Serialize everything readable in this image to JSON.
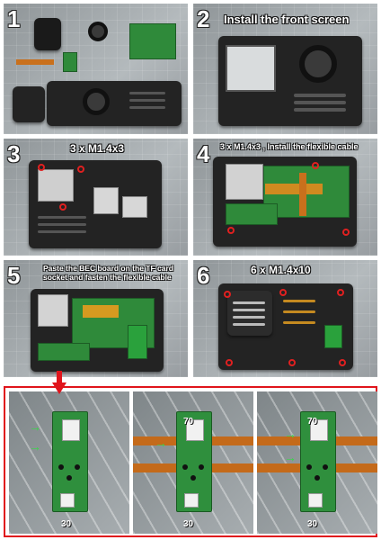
{
  "steps": [
    {
      "number": "1",
      "caption": ""
    },
    {
      "number": "2",
      "caption": "Install the front screen"
    },
    {
      "number": "3",
      "caption": "3 x M1.4x3"
    },
    {
      "number": "4",
      "caption": "3 x M1.4x3 , Install the flexible cable"
    },
    {
      "number": "5",
      "caption": "Paste the BEC board on the TF card socket and fasten the flexible cable"
    },
    {
      "number": "6",
      "caption": "6 x M1.4x10"
    }
  ],
  "detail_views": [
    {
      "top_label": "",
      "bottom_label": "30"
    },
    {
      "top_label": "70",
      "bottom_label": "30"
    },
    {
      "top_label": "70",
      "bottom_label": "30"
    }
  ],
  "colors": {
    "highlight": "#e0141c",
    "arrow": "#39d64a",
    "screw_marker": "#e02020"
  }
}
